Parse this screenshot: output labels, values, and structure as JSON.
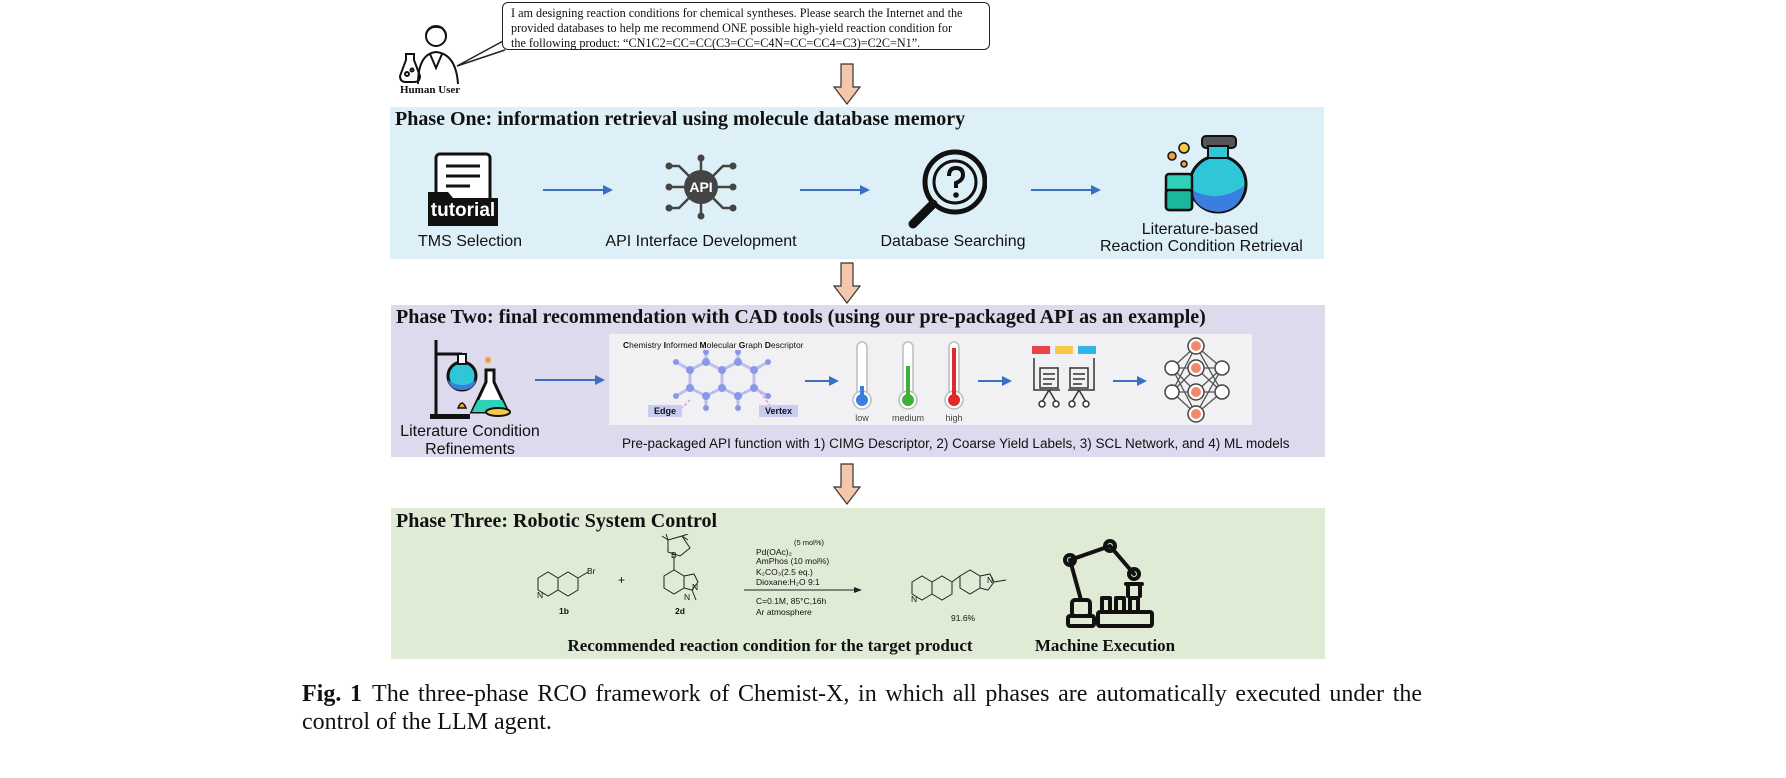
{
  "user": {
    "label": "Human User",
    "prompt_line1": "I am designing reaction conditions for chemical syntheses. Please search the Internet and the",
    "prompt_line2": "provided databases to help me recommend ONE possible high-yield reaction condition for",
    "prompt_line3": "the following product: “CN1C2=CC=CC(C3=CC=C4N=CC=CC4=C3)=C2C=N1”."
  },
  "phase1": {
    "title": "Phase One: information retrieval using molecule database memory",
    "steps": [
      {
        "label": "TMS Selection",
        "icon_text": "tutorial"
      },
      {
        "label": "API Interface Development",
        "icon_text": "API"
      },
      {
        "label": "Database Searching"
      },
      {
        "label_line1": "Literature-based",
        "label_line2": "Reaction Condition Retrieval"
      }
    ]
  },
  "phase2": {
    "title": "Phase Two: final recommendation with CAD tools (using our pre-packaged API as an example)",
    "refine_line1": "Literature Condition",
    "refine_line2": "Refinements",
    "descriptor_title_parts": [
      "C",
      "hemistry ",
      "I",
      "nformed ",
      "M",
      "olecular ",
      "G",
      "raph ",
      "D",
      "escriptor"
    ],
    "edge_label": "Edge",
    "vertex_label": "Vertex",
    "thermo_labels": [
      "low",
      "medium",
      "high"
    ],
    "api_caption": "Pre-packaged API function with 1) CIMG Descriptor, 2) Coarse Yield Labels, 3) SCL Network, and 4) ML models"
  },
  "phase3": {
    "title": "Phase Three: Robotic System Control",
    "reactant1_label": "1b",
    "reactant1_atom": "Br",
    "plus": "+",
    "reactant2_label": "2d",
    "boron_atom": "B",
    "conditions": {
      "line1": "Pd(OAc)₂",
      "line1_sup": "(5 mol%)",
      "line2": "AmPhos (10 mol%)",
      "line3": "K₂CO₃(2.5 eq.)",
      "line4": "Dioxane:H₂O 9:1",
      "line5": "C=0.1M, 85°C,16h",
      "line6": "Ar atmosphere"
    },
    "yield": "91.6%",
    "recommend_label": "Recommended reaction condition for the target product",
    "machine_label": "Machine Execution"
  },
  "caption": {
    "fig": "Fig. 1",
    "text": "The three-phase RCO framework of Chemist-X, in which all phases are automatically executed under the control of the LLM agent."
  },
  "colors": {
    "phase1_bg": "#def0f7",
    "phase2_bg": "#dcdaec",
    "phase3_bg": "#e0ebd6",
    "arrow_fill": "#f4c7ad",
    "flow_arrow": "#3b6fc4"
  }
}
